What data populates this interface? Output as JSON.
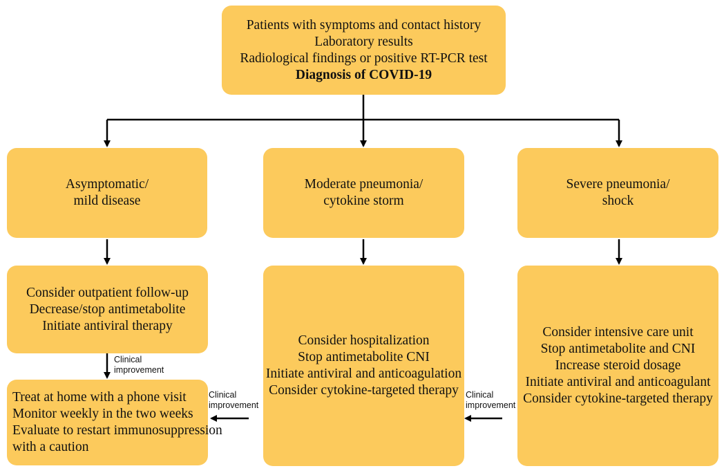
{
  "colors": {
    "box_fill": "#fcca5c",
    "arrow": "#000000"
  },
  "diagnosis": {
    "lines": [
      "Patients with symptoms and contact history",
      "Laboratory results",
      "Radiological findings or positive RT-PCR test"
    ],
    "title": "Diagnosis of COVID-19"
  },
  "categories": [
    {
      "line1": "Asymptomatic/",
      "line2": "mild disease"
    },
    {
      "line1": "Moderate pneumonia/",
      "line2": "cytokine storm"
    },
    {
      "line1": "Severe pneumonia/",
      "line2": "shock"
    }
  ],
  "treatments": {
    "mild": [
      "Consider outpatient follow-up",
      "Decrease/stop antimetabolite",
      "Initiate antiviral therapy"
    ],
    "moderate": [
      "Consider hospitalization",
      "Stop antimetabolite CNI",
      "Initiate antiviral and anticoagulation",
      "Consider cytokine-targeted therapy"
    ],
    "severe": [
      "Consider intensive care unit",
      "Stop antimetabolite and CNI",
      "Increase steroid dosage",
      "Initiate antiviral and anticoagulant",
      "Consider cytokine-targeted therapy"
    ]
  },
  "home_care": [
    "Treat at home with a phone visit",
    "Monitor weekly in the two weeks",
    "Evaluate to restart immunosuppression",
    "with a caution"
  ],
  "notes": {
    "mild_to_home": {
      "line1": "Clinical",
      "line2": "improvement"
    },
    "moderate_to_home": {
      "line1": "Clinical",
      "line2": "improvement"
    },
    "severe_to_moderate": {
      "line1": "Clinical",
      "line2": "improvement"
    }
  }
}
